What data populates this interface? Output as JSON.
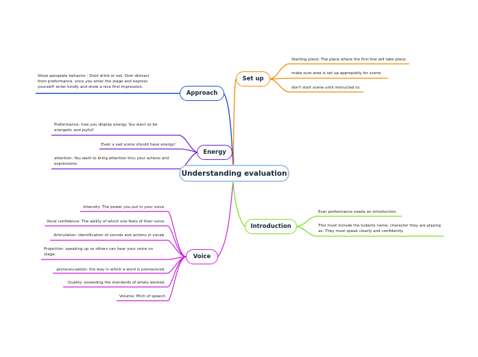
{
  "center": {
    "label": "Understanding evaluation"
  },
  "branches": {
    "approach": {
      "label": "Approach",
      "color": "#1f4fd6",
      "items": [
        "Show apropiate behavior : Dont drink or eat. Doin distract from preformance. once you enter the stage and express yourself! enter kindly and show a nice first impression."
      ]
    },
    "energy": {
      "label": "Energy",
      "color": "#6a1fd6",
      "items": [
        "Preformance: how you display energy. You want so be energetic and joyful!",
        "Even a sad scene should have energy!",
        "attention: You want to bring attention thru your actions and expressions."
      ]
    },
    "voice": {
      "label": "Voice",
      "color": "#c91fd6",
      "items": [
        "Intensity: The power you put in your voice.",
        "Vocal confidence: The ability of which one feels of their voice.",
        "Articulation: identification of sounds and actions in vocab.",
        "Projection: speaking up so others can hear your voice on stage.",
        "pronouncuation: the way in which a word is pronounced.",
        "Quality:  esseeding the standards of whats wanted.",
        "Volume: Pitch of speech"
      ]
    },
    "setup": {
      "label": "Set up",
      "color": "#f08a00",
      "items": [
        "Starting place: The place where the first line will take place.",
        "make sure area is set up appropiatly for scene.",
        "don't start scene until instructed to."
      ]
    },
    "introduction": {
      "label": "Introduction",
      "color": "#79e01a",
      "items": [
        "Ever preformance needs an introduction.",
        "This must include the tudents name, charactor they are playing as. They must speak clearly and confidently."
      ]
    }
  }
}
